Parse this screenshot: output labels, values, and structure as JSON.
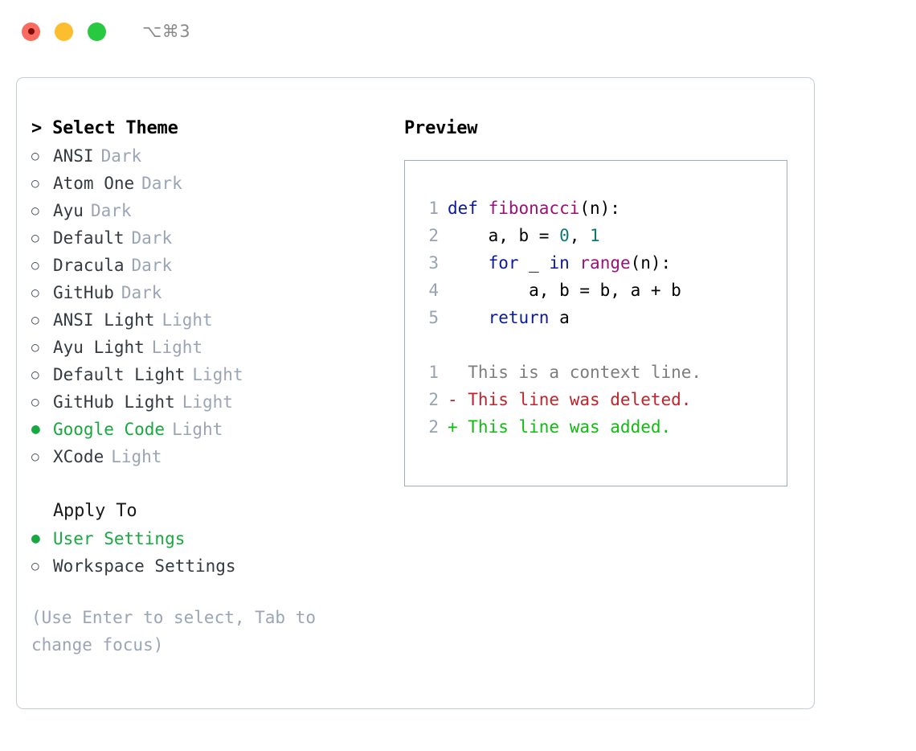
{
  "titlebar": {
    "shortcut": "⌥⌘3",
    "lights": [
      {
        "name": "close",
        "color": "#f96a61"
      },
      {
        "name": "minimize",
        "color": "#fcbd2e"
      },
      {
        "name": "maximize",
        "color": "#28c840"
      }
    ]
  },
  "theme_section": {
    "header": "> Select Theme",
    "options": [
      {
        "label": "ANSI",
        "badge": "Dark",
        "selected": false,
        "bullet": "○"
      },
      {
        "label": "Atom One",
        "badge": "Dark",
        "selected": false,
        "bullet": "○"
      },
      {
        "label": "Ayu",
        "badge": "Dark",
        "selected": false,
        "bullet": "○"
      },
      {
        "label": "Default",
        "badge": "Dark",
        "selected": false,
        "bullet": "○"
      },
      {
        "label": "Dracula",
        "badge": "Dark",
        "selected": false,
        "bullet": "○"
      },
      {
        "label": "GitHub",
        "badge": "Dark",
        "selected": false,
        "bullet": "○"
      },
      {
        "label": "ANSI Light",
        "badge": "Light",
        "selected": false,
        "bullet": "○"
      },
      {
        "label": "Ayu Light",
        "badge": "Light",
        "selected": false,
        "bullet": "○"
      },
      {
        "label": "Default Light",
        "badge": "Light",
        "selected": false,
        "bullet": "○"
      },
      {
        "label": "GitHub Light",
        "badge": "Light",
        "selected": false,
        "bullet": "○"
      },
      {
        "label": "Google Code",
        "badge": "Light",
        "selected": true,
        "bullet": "●"
      },
      {
        "label": "XCode",
        "badge": "Light",
        "selected": false,
        "bullet": "○"
      }
    ]
  },
  "apply_section": {
    "header": "Apply To",
    "options": [
      {
        "label": "User Settings",
        "selected": true,
        "bullet": "●"
      },
      {
        "label": "Workspace Settings",
        "selected": false,
        "bullet": "○"
      }
    ]
  },
  "hint": "(Use Enter to select, Tab to change focus)",
  "preview": {
    "title": "Preview",
    "code_lines": [
      {
        "num": "1",
        "tokens": [
          {
            "t": "def ",
            "c": "kw"
          },
          {
            "t": "fibonacci",
            "c": "fn"
          },
          {
            "t": "(n):",
            "c": "txt"
          }
        ]
      },
      {
        "num": "2",
        "tokens": [
          {
            "t": "    a, b = ",
            "c": "txt"
          },
          {
            "t": "0",
            "c": "num"
          },
          {
            "t": ", ",
            "c": "txt"
          },
          {
            "t": "1",
            "c": "num"
          }
        ]
      },
      {
        "num": "3",
        "tokens": [
          {
            "t": "    ",
            "c": "txt"
          },
          {
            "t": "for",
            "c": "kw"
          },
          {
            "t": " _ ",
            "c": "txt"
          },
          {
            "t": "in",
            "c": "kw"
          },
          {
            "t": " ",
            "c": "txt"
          },
          {
            "t": "range",
            "c": "fn"
          },
          {
            "t": "(n):",
            "c": "txt"
          }
        ]
      },
      {
        "num": "4",
        "tokens": [
          {
            "t": "        a, b = b, a + b",
            "c": "txt"
          }
        ]
      },
      {
        "num": "5",
        "tokens": [
          {
            "t": "    ",
            "c": "txt"
          },
          {
            "t": "return",
            "c": "kw"
          },
          {
            "t": " a",
            "c": "txt"
          }
        ]
      }
    ],
    "diff_lines": [
      {
        "num": "1",
        "text": "  This is a context line.",
        "kind": "ctx"
      },
      {
        "num": "2",
        "text": "- This line was deleted.",
        "kind": "del"
      },
      {
        "num": "2",
        "text": "+ This line was added.",
        "kind": "add"
      }
    ]
  },
  "colors": {
    "accent_green": "#17a93f",
    "badge_grey": "#9aa5b5",
    "panel_border": "#c5cdd6",
    "preview_border": "#9fadc0",
    "line_number": "#97a3b0",
    "keyword": "#0a1a9c",
    "function": "#9d1177",
    "number": "#0a7a72",
    "diff_deleted": "#c0232a",
    "diff_added": "#11bb11",
    "diff_context": "#7d7d7d"
  }
}
